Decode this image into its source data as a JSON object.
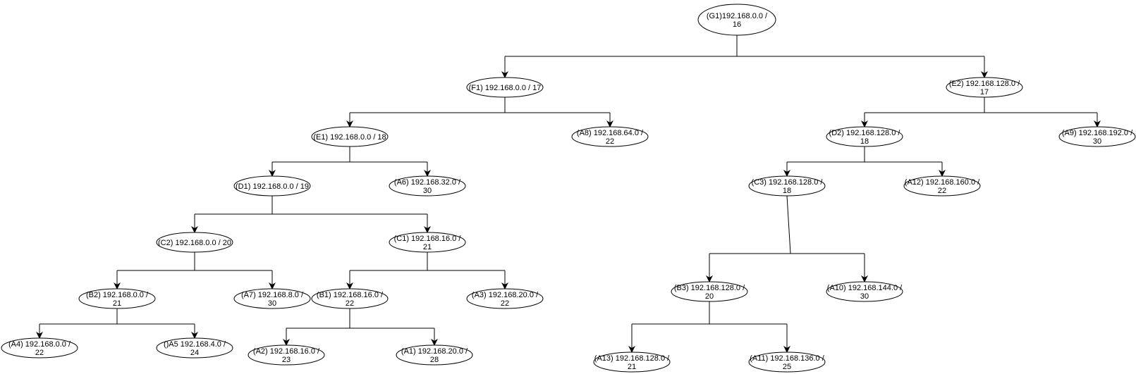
{
  "diagram": {
    "type": "tree",
    "nodes": [
      {
        "id": "G1",
        "label": "(G1)192.168.0.0 / 16"
      },
      {
        "id": "F1",
        "label": "(F1) 192.168.0.0 / 17"
      },
      {
        "id": "E2",
        "label": "(E2) 192.168.128.0 / 17"
      },
      {
        "id": "E1",
        "label": "(E1) 192.168.0.0 / 18"
      },
      {
        "id": "A8",
        "label": "(A8) 192.168.64.0 / 22"
      },
      {
        "id": "D2",
        "label": "(D2) 192.168.128.0 / 18"
      },
      {
        "id": "A9",
        "label": "(A9) 192.168.192.0 / 30"
      },
      {
        "id": "D1",
        "label": "(D1) 192.168.0.0 / 19"
      },
      {
        "id": "A6",
        "label": "(A6) 192.168.32.0 / 30"
      },
      {
        "id": "C3",
        "label": "(C3) 192.168.128.0 / 18"
      },
      {
        "id": "A12",
        "label": "(A12) 192.168.160.0 / 22"
      },
      {
        "id": "C2",
        "label": "(C2) 192.168.0.0 / 20"
      },
      {
        "id": "C1",
        "label": "(C1) 192.168.16.0 / 21"
      },
      {
        "id": "B2",
        "label": "(B2) 192.168.0.0 / 21"
      },
      {
        "id": "A7",
        "label": "(A7) 192.168.8.0 / 30"
      },
      {
        "id": "B1",
        "label": "(B1) 192.168.16.0 / 22"
      },
      {
        "id": "A3",
        "label": "(A3) 192.168.20.0 / 22"
      },
      {
        "id": "B3",
        "label": "(B3) 192.168.128.0 / 20"
      },
      {
        "id": "A10",
        "label": "(A10) 192.168.144.0 / 30"
      },
      {
        "id": "A4",
        "label": "(A4) 192.168.0.0 / 22"
      },
      {
        "id": "A5",
        "label": "()A5 192.168.4.0 / 24"
      },
      {
        "id": "A2",
        "label": "(A2) 192.168.16.0 / 23"
      },
      {
        "id": "A1",
        "label": "(A1) 192.168.20.0 / 28"
      },
      {
        "id": "A13",
        "label": "(A13) 192.168.128.0 / 21"
      },
      {
        "id": "A11",
        "label": "(A11) 192.168.136.0 / 25"
      }
    ],
    "edges": [
      {
        "from": "G1",
        "to": "F1"
      },
      {
        "from": "G1",
        "to": "E2"
      },
      {
        "from": "F1",
        "to": "E1"
      },
      {
        "from": "F1",
        "to": "A8"
      },
      {
        "from": "E2",
        "to": "D2"
      },
      {
        "from": "E2",
        "to": "A9"
      },
      {
        "from": "E1",
        "to": "D1"
      },
      {
        "from": "E1",
        "to": "A6"
      },
      {
        "from": "D2",
        "to": "C3"
      },
      {
        "from": "D2",
        "to": "A12"
      },
      {
        "from": "D1",
        "to": "C2"
      },
      {
        "from": "D1",
        "to": "C1"
      },
      {
        "from": "C3",
        "to": "B3"
      },
      {
        "from": "C3",
        "to": "A10"
      },
      {
        "from": "C2",
        "to": "B2"
      },
      {
        "from": "C2",
        "to": "A7"
      },
      {
        "from": "C1",
        "to": "B1"
      },
      {
        "from": "C1",
        "to": "A3"
      },
      {
        "from": "B2",
        "to": "A4"
      },
      {
        "from": "B2",
        "to": "A5"
      },
      {
        "from": "B1",
        "to": "A2"
      },
      {
        "from": "B1",
        "to": "A1"
      },
      {
        "from": "B3",
        "to": "A13"
      },
      {
        "from": "B3",
        "to": "A11"
      }
    ]
  }
}
